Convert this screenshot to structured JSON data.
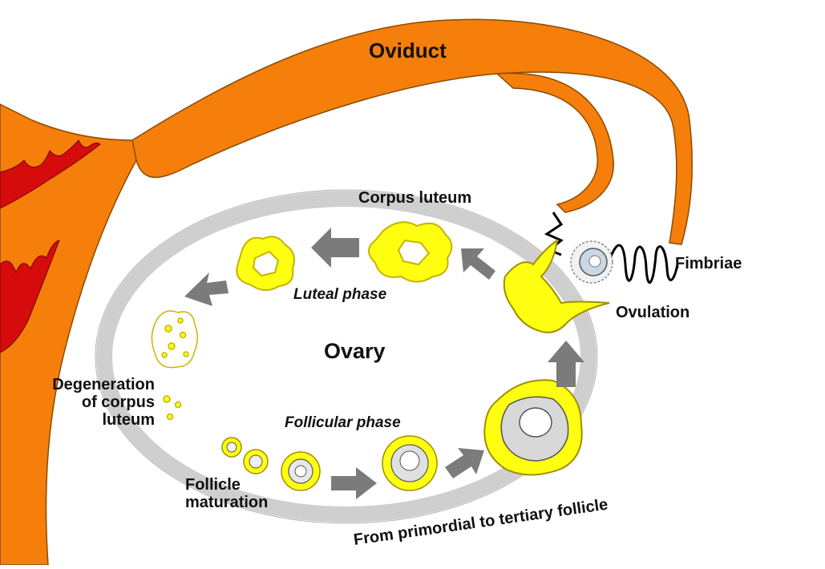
{
  "labels": {
    "oviduct": "Oviduct",
    "corpus_luteum": "Corpus luteum",
    "luteal_phase": "Luteal phase",
    "fimbriae": "Fimbriae",
    "ovulation": "Ovulation",
    "ovary": "Ovary",
    "degeneration_line1": "Degeneration",
    "degeneration_line2": "of corpus",
    "degeneration_line3": "luteum",
    "follicular_phase": "Follicular phase",
    "follicle_line1": "Follicle",
    "follicle_line2": "maturation",
    "from_primordial": "From primordial to tertiary follicle"
  },
  "colors": {
    "oviduct_orange": "#f57f0a",
    "uterine_red": "#d60b0b",
    "follicle_yellow": "#ffff12",
    "ovary_ring_gray": "#cfcfcf",
    "arrow_gray": "#7b7b7b",
    "text": "#111111"
  }
}
